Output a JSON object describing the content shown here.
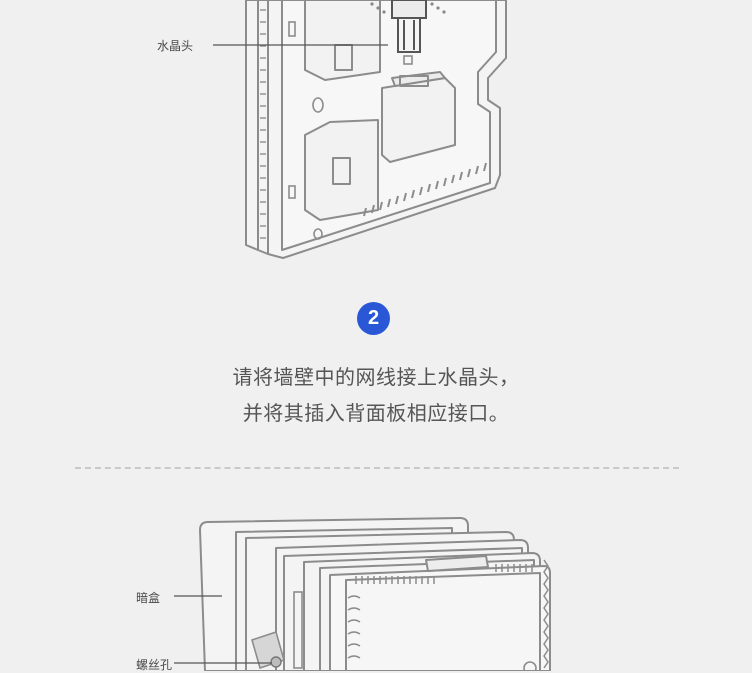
{
  "top_figure": {
    "callout_crystal_head": "水晶头"
  },
  "step": {
    "number": "2",
    "line1": "请将墙壁中的网线接上水晶头，",
    "line2": "并将其插入背面板相应接口。"
  },
  "bottom_figure": {
    "callout_dark_box": "暗盒",
    "callout_screw_hole": "螺丝孔"
  },
  "colors": {
    "background": "#f0f0f0",
    "badge": "#2a57d6",
    "line_art": "#8a8a8a",
    "divider": "#c9c9c9"
  }
}
